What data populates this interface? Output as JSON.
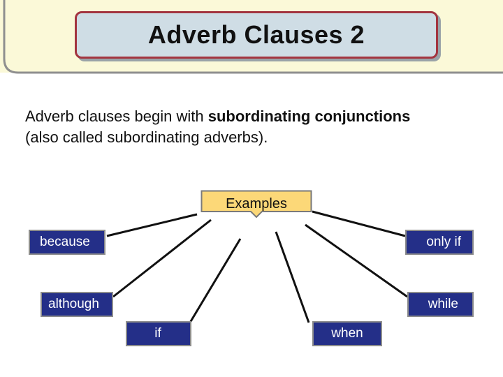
{
  "title": "Adverb Clauses 2",
  "intro": {
    "part1": "Adverb clauses begin with ",
    "bold": "subordinating conjunctions",
    "part2": "(also called subordinating adverbs)."
  },
  "diagram": {
    "center_label": "Examples",
    "words": [
      "because",
      "only if",
      "although",
      "while",
      "if",
      "when"
    ]
  },
  "colors": {
    "title_fill": "#cfdde5",
    "title_border": "#a3343f",
    "header_band": "#fbf9d8",
    "center_fill": "#fcd878",
    "word_fill": "#242f88",
    "word_text": "#ffffff"
  }
}
